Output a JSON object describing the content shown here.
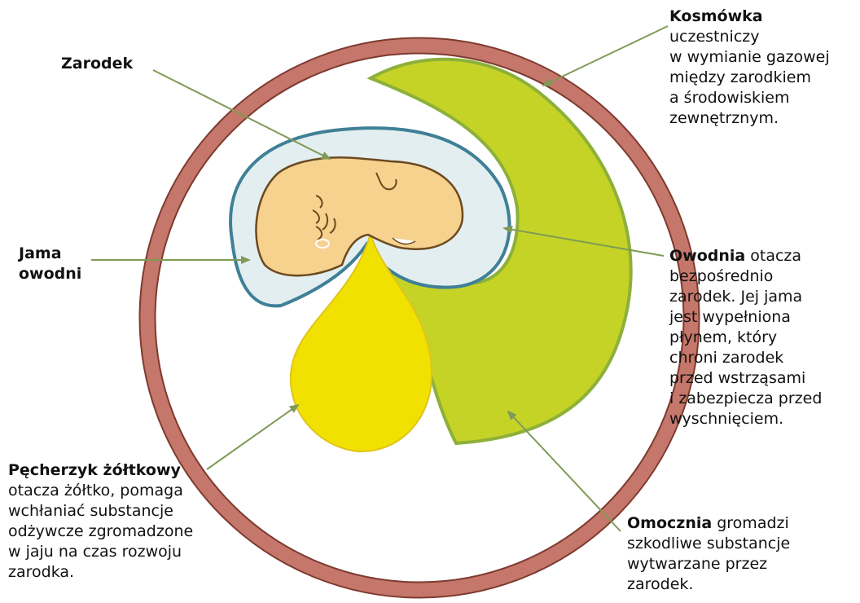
{
  "labels": {
    "zarodek": {
      "title": "Zarodek"
    },
    "jama": {
      "title_lines": [
        "Jama",
        "owodni"
      ]
    },
    "kosmowka": {
      "title": "Kosmówka",
      "lines": [
        "uczestniczy",
        "w wymianie gazowej",
        "między zarodkiem",
        "a środowiskiem",
        "zewnętrznym."
      ]
    },
    "owodnia": {
      "title": "Owodnia",
      "first_rest": " otacza",
      "lines": [
        "bezpośrednio",
        "zarodek. Jej jama",
        "jest wypełniona",
        "płynem, który",
        "chroni zarodek",
        "przed wstrząsami",
        "i zabezpiecza przed",
        "wyschnięciem."
      ]
    },
    "pecherzyk": {
      "title": "Pęcherzyk żółtkowy",
      "lines": [
        "otacza żółtko, pomaga",
        "wchłaniać substancje",
        "odżywcze zgromadzone",
        "w jaju na czas rozwoju",
        "zarodka."
      ]
    },
    "omocznia": {
      "title": "Omocznia",
      "first_rest": " gromadzi",
      "lines": [
        "szkodliwe substancje",
        "wytwarzane przez",
        "zarodek."
      ]
    }
  },
  "colors": {
    "shell": "#c4776a",
    "shell_stroke": "#7e3a2f",
    "chorion": "#c5d327",
    "chorion_stroke": "#8db03a",
    "amnion_fill": "#e3eef0",
    "amnion_stroke": "#3f8097",
    "embryo_fill": "#f7d18e",
    "embryo_stroke": "#6b4a1f",
    "yolk": "#f1e100",
    "yolk_stroke": "#e0c41a",
    "arrow": "#7f9a56"
  }
}
